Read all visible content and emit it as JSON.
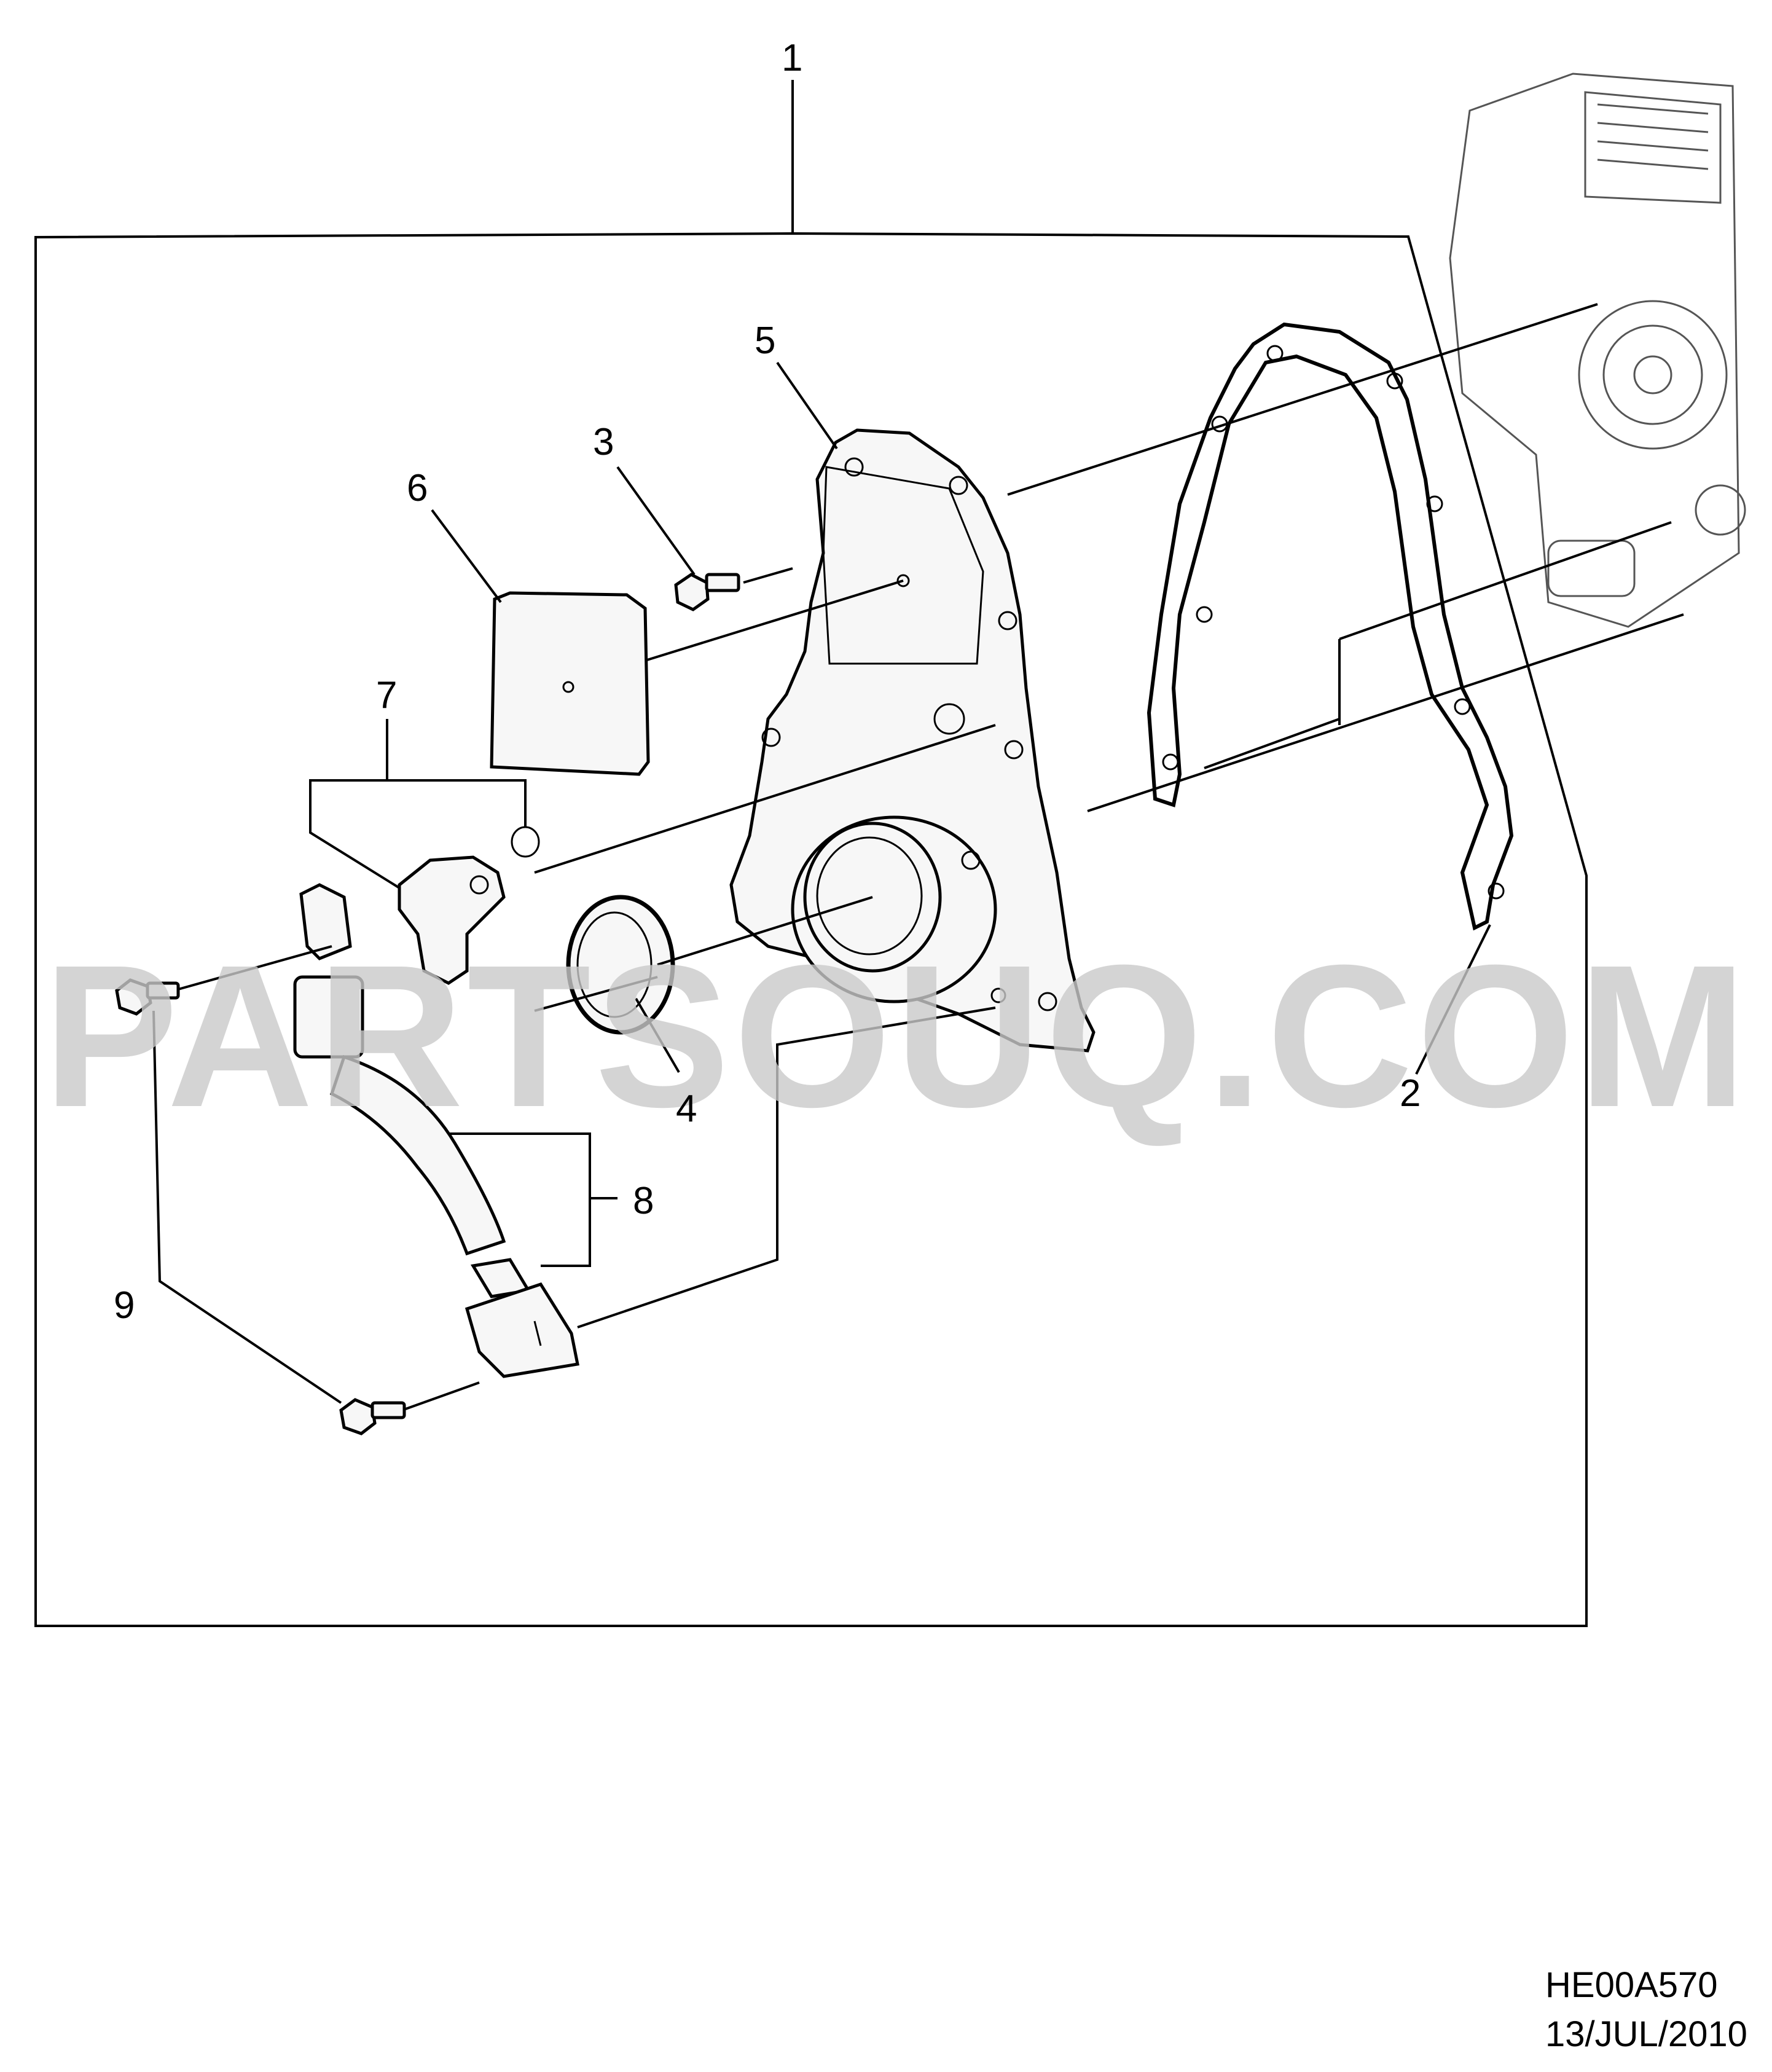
{
  "callouts": {
    "c1": "1",
    "c2": "2",
    "c3": "3",
    "c4": "4",
    "c5": "5",
    "c6": "6",
    "c7": "7",
    "c8": "8",
    "c9": "9"
  },
  "watermark": "PARTSOUQ.COM",
  "footer": {
    "code": "HE00A570",
    "date": "13/JUL/2010"
  },
  "colors": {
    "line": "#000000",
    "watermark": "#c9c9c9",
    "background": "#ffffff"
  }
}
